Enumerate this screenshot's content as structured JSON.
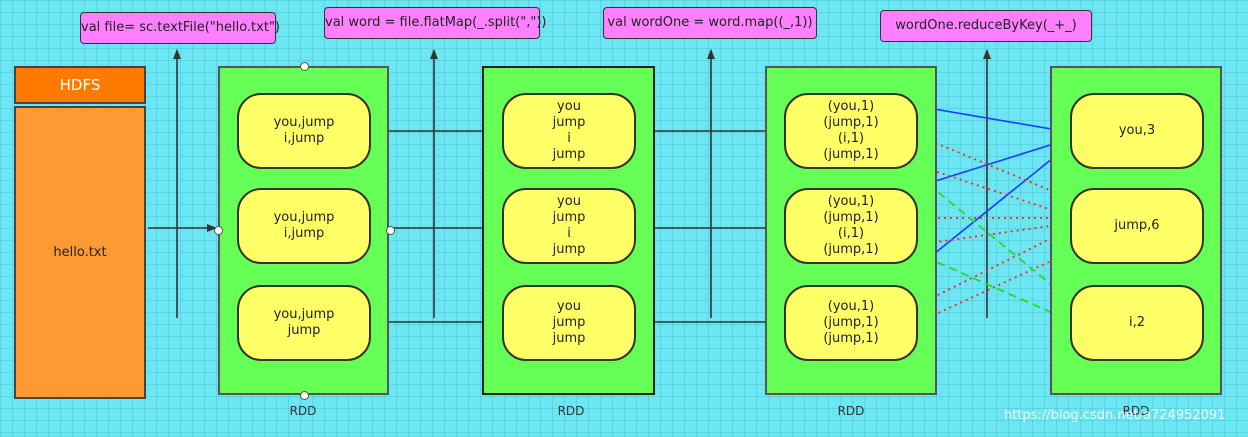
{
  "code": {
    "textfile": "val file= sc.textFile(\"hello.txt\")",
    "flatmap": "val word = file.flatMap(_.split(\",\"))",
    "map": "val wordOne = word.map((_,1))",
    "reduce": "wordOne.reduceByKey(_+_)"
  },
  "hdfs": {
    "title": "HDFS",
    "file": "hello.txt"
  },
  "stage1": [
    [
      "you,jump",
      "i,jump"
    ],
    [
      "you,jump",
      "i,jump"
    ],
    [
      "you,jump",
      "jump"
    ]
  ],
  "stage2": [
    [
      "you",
      "jump",
      "i",
      "jump"
    ],
    [
      "you",
      "jump",
      "i",
      "jump"
    ],
    [
      "you",
      "jump",
      "jump"
    ]
  ],
  "stage3": [
    [
      "(you,1)",
      "(jump,1)",
      "(i,1)",
      "(jump,1)"
    ],
    [
      "(you,1)",
      "(jump,1)",
      "(i,1)",
      "(jump,1)"
    ],
    [
      "(you,1)",
      "(jump,1)",
      "(jump,1)"
    ]
  ],
  "stage4": [
    "you,3",
    "jump,6",
    "i,2"
  ],
  "rdd_label": "RDD",
  "watermark": "https://blog.csdn.net/a724952091",
  "colors": {
    "background": "#6be6f2",
    "code_box": "#ff80ff",
    "hdfs": "#ff9a33",
    "rdd_panel": "#66ff55",
    "pill": "#ffff66",
    "you_arrow": "#1a3cff",
    "jump_arrow": "#ff2020",
    "i_arrow": "#22dd22"
  }
}
